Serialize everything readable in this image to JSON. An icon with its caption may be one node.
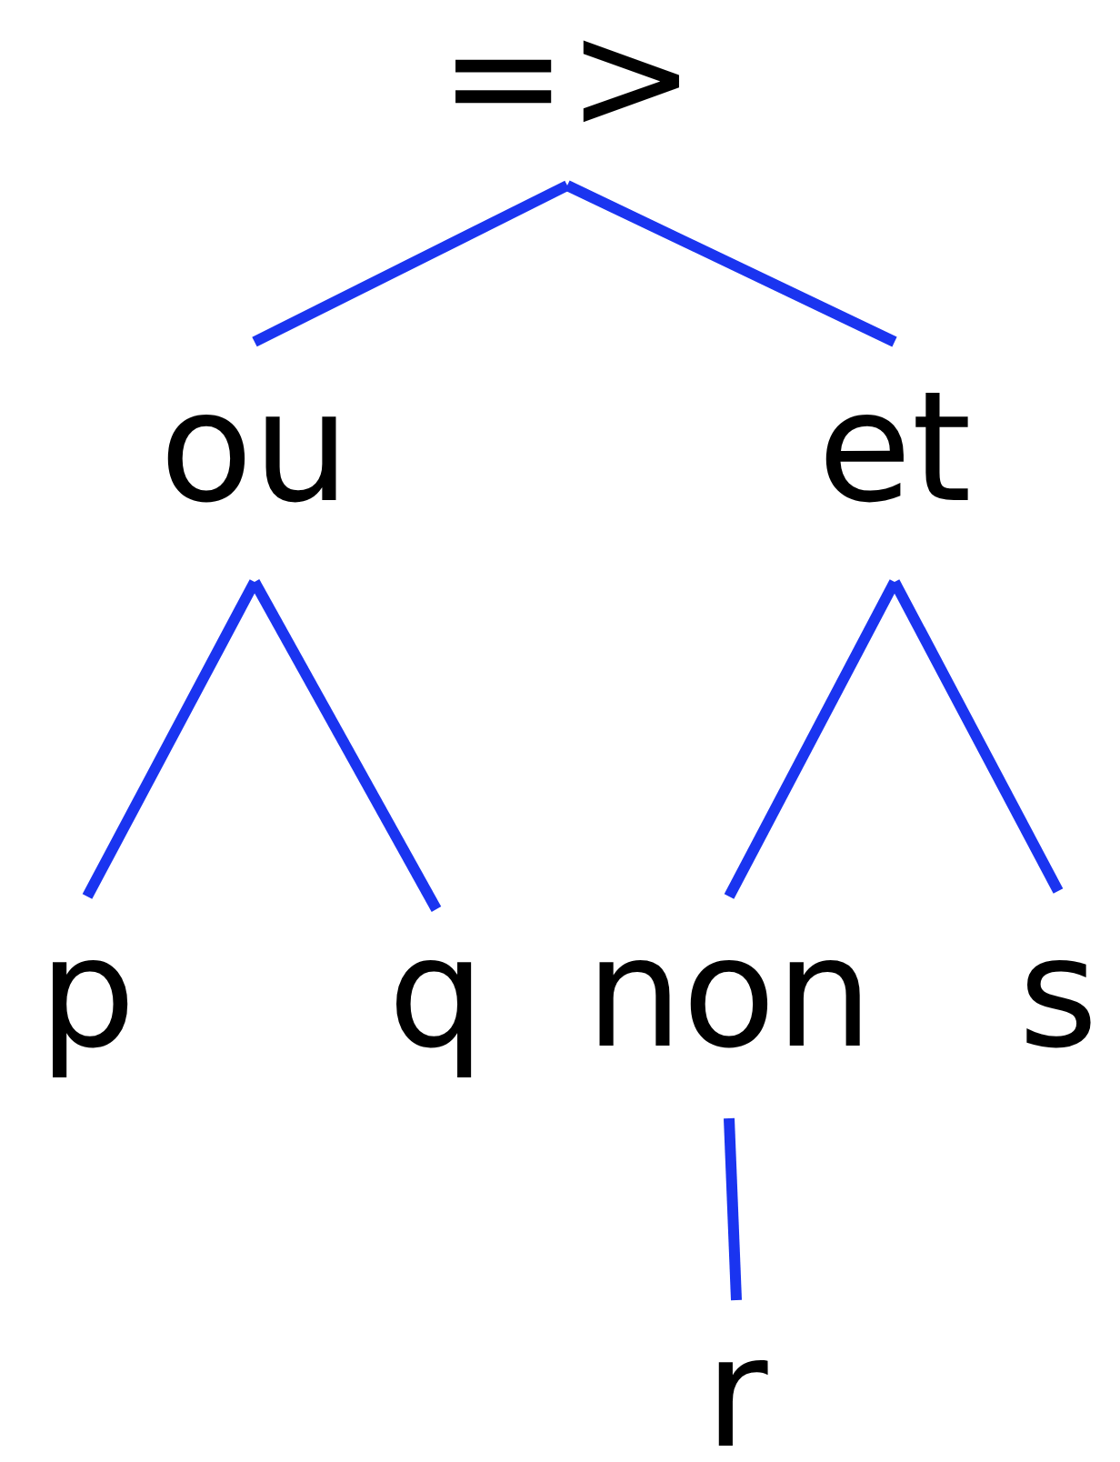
{
  "diagram": {
    "nodes": [
      {
        "text": [
          "=>"
        ]
      },
      {
        "text": [
          "ou"
        ]
      },
      {
        "text": [
          "et"
        ]
      },
      {
        "text": [
          "p"
        ]
      },
      {
        "text": [
          "q"
        ]
      },
      {
        "text": [
          "non"
        ]
      },
      {
        "text": [
          "s"
        ]
      },
      {
        "text": [
          "r"
        ]
      }
    ],
    "edges": [
      {
        "from": 0,
        "to": 1,
        "arrow": "none"
      },
      {
        "from": 0,
        "to": 2,
        "arrow": "none"
      },
      {
        "from": 1,
        "to": 3,
        "arrow": "none"
      },
      {
        "from": 1,
        "to": 4,
        "arrow": "none"
      },
      {
        "from": 2,
        "to": 5,
        "arrow": "none"
      },
      {
        "from": 2,
        "to": 6,
        "arrow": "none"
      },
      {
        "from": 5,
        "to": 7,
        "arrow": "none"
      }
    ]
  }
}
